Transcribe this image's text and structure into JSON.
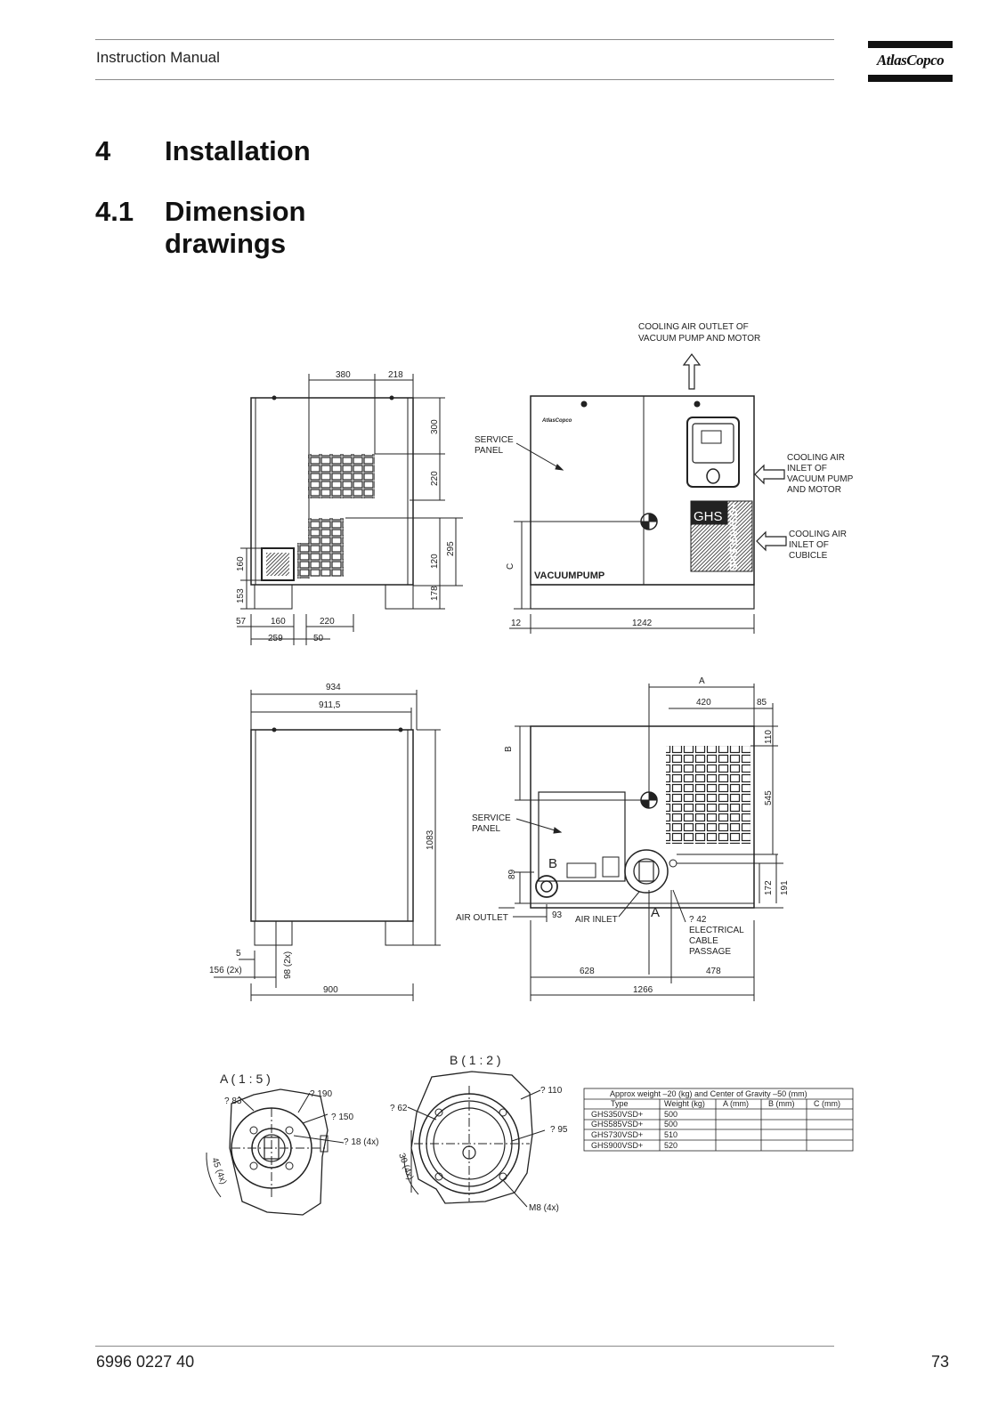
{
  "header": {
    "title": "Instruction Manual",
    "brand": "AtlasCopco"
  },
  "section": {
    "number": "4",
    "title": "Installation"
  },
  "subsection": {
    "number": "4.1",
    "title": "Dimension drawings"
  },
  "side_view": {
    "dims": {
      "d380": "380",
      "d218": "218",
      "d300": "300",
      "d220v": "220",
      "d295": "295",
      "d120": "120",
      "d178": "178",
      "d160v": "160",
      "d153": "153",
      "d57": "57",
      "d160h": "160",
      "d220h": "220",
      "d259": "259",
      "d50": "50"
    }
  },
  "front_view": {
    "labels": {
      "cooling_outlet": [
        "COOLING AIR OUTLET OF",
        "VACUUM PUMP AND MOTOR"
      ],
      "service_panel": [
        "SERVICE",
        "PANEL"
      ],
      "cooling_inlet_pump": [
        "COOLING AIR",
        "INLET OF",
        "VACUUM PUMP",
        "AND MOTOR"
      ],
      "cooling_inlet_cubicle": [
        "COOLING AIR",
        "INLET OF",
        "CUBICLE"
      ],
      "vacuumpump": "VACUUMPUMP",
      "ghs": "GHS",
      "model": "GHS350VSD+",
      "brand": "AtlasCopco"
    },
    "dims": {
      "c": "C",
      "d12": "12",
      "d1242": "1242"
    }
  },
  "rear_side_view": {
    "dims": {
      "d934": "934",
      "d911": "911,5",
      "d1083": "1083",
      "d5": "5",
      "d156": "156 (2x)",
      "d98": "98 (2x)",
      "d900": "900"
    }
  },
  "rear_view": {
    "labels": {
      "service_panel": [
        "SERVICE",
        "PANEL"
      ],
      "b": "B",
      "a": "A",
      "air_outlet": "AIR OUTLET",
      "air_inlet": "AIR INLET",
      "cable": [
        "? 42",
        "ELECTRICAL",
        "CABLE",
        "PASSAGE"
      ]
    },
    "dims": {
      "a_top": "A",
      "d420": "420",
      "d85": "85",
      "d110": "110",
      "b_side": "B",
      "d545": "545",
      "d89": "89",
      "d93": "93",
      "d172": "172",
      "d191": "191",
      "d628": "628",
      "d478": "478",
      "d1266": "1266"
    }
  },
  "detail_a": {
    "title": "A ( 1 : 5 )",
    "d83": "? 83",
    "d190": "? 190",
    "d150": "? 150",
    "d18": "? 18 (4x)",
    "ang": "45 (4x)"
  },
  "detail_b": {
    "title": "B ( 1 : 2 )",
    "d62": "? 62",
    "d110": "? 110",
    "d95": "? 95",
    "ang": "30 (4x)",
    "m8": "M8 (4x)"
  },
  "weight_table": {
    "caption": "Approx weight –20 (kg) and Center of Gravity –50 (mm)",
    "headers": [
      "Type",
      "Weight (kg)",
      "A (mm)",
      "B (mm)",
      "C (mm)"
    ],
    "rows": [
      [
        "GHS350VSD+",
        "500",
        "",
        "",
        ""
      ],
      [
        "GHS585VSD+",
        "500",
        "",
        "",
        ""
      ],
      [
        "GHS730VSD+",
        "510",
        "",
        "",
        ""
      ],
      [
        "GHS900VSD+",
        "520",
        "",
        "",
        ""
      ]
    ]
  },
  "footer": {
    "doc_number": "6996 0227 40",
    "page": "73"
  }
}
